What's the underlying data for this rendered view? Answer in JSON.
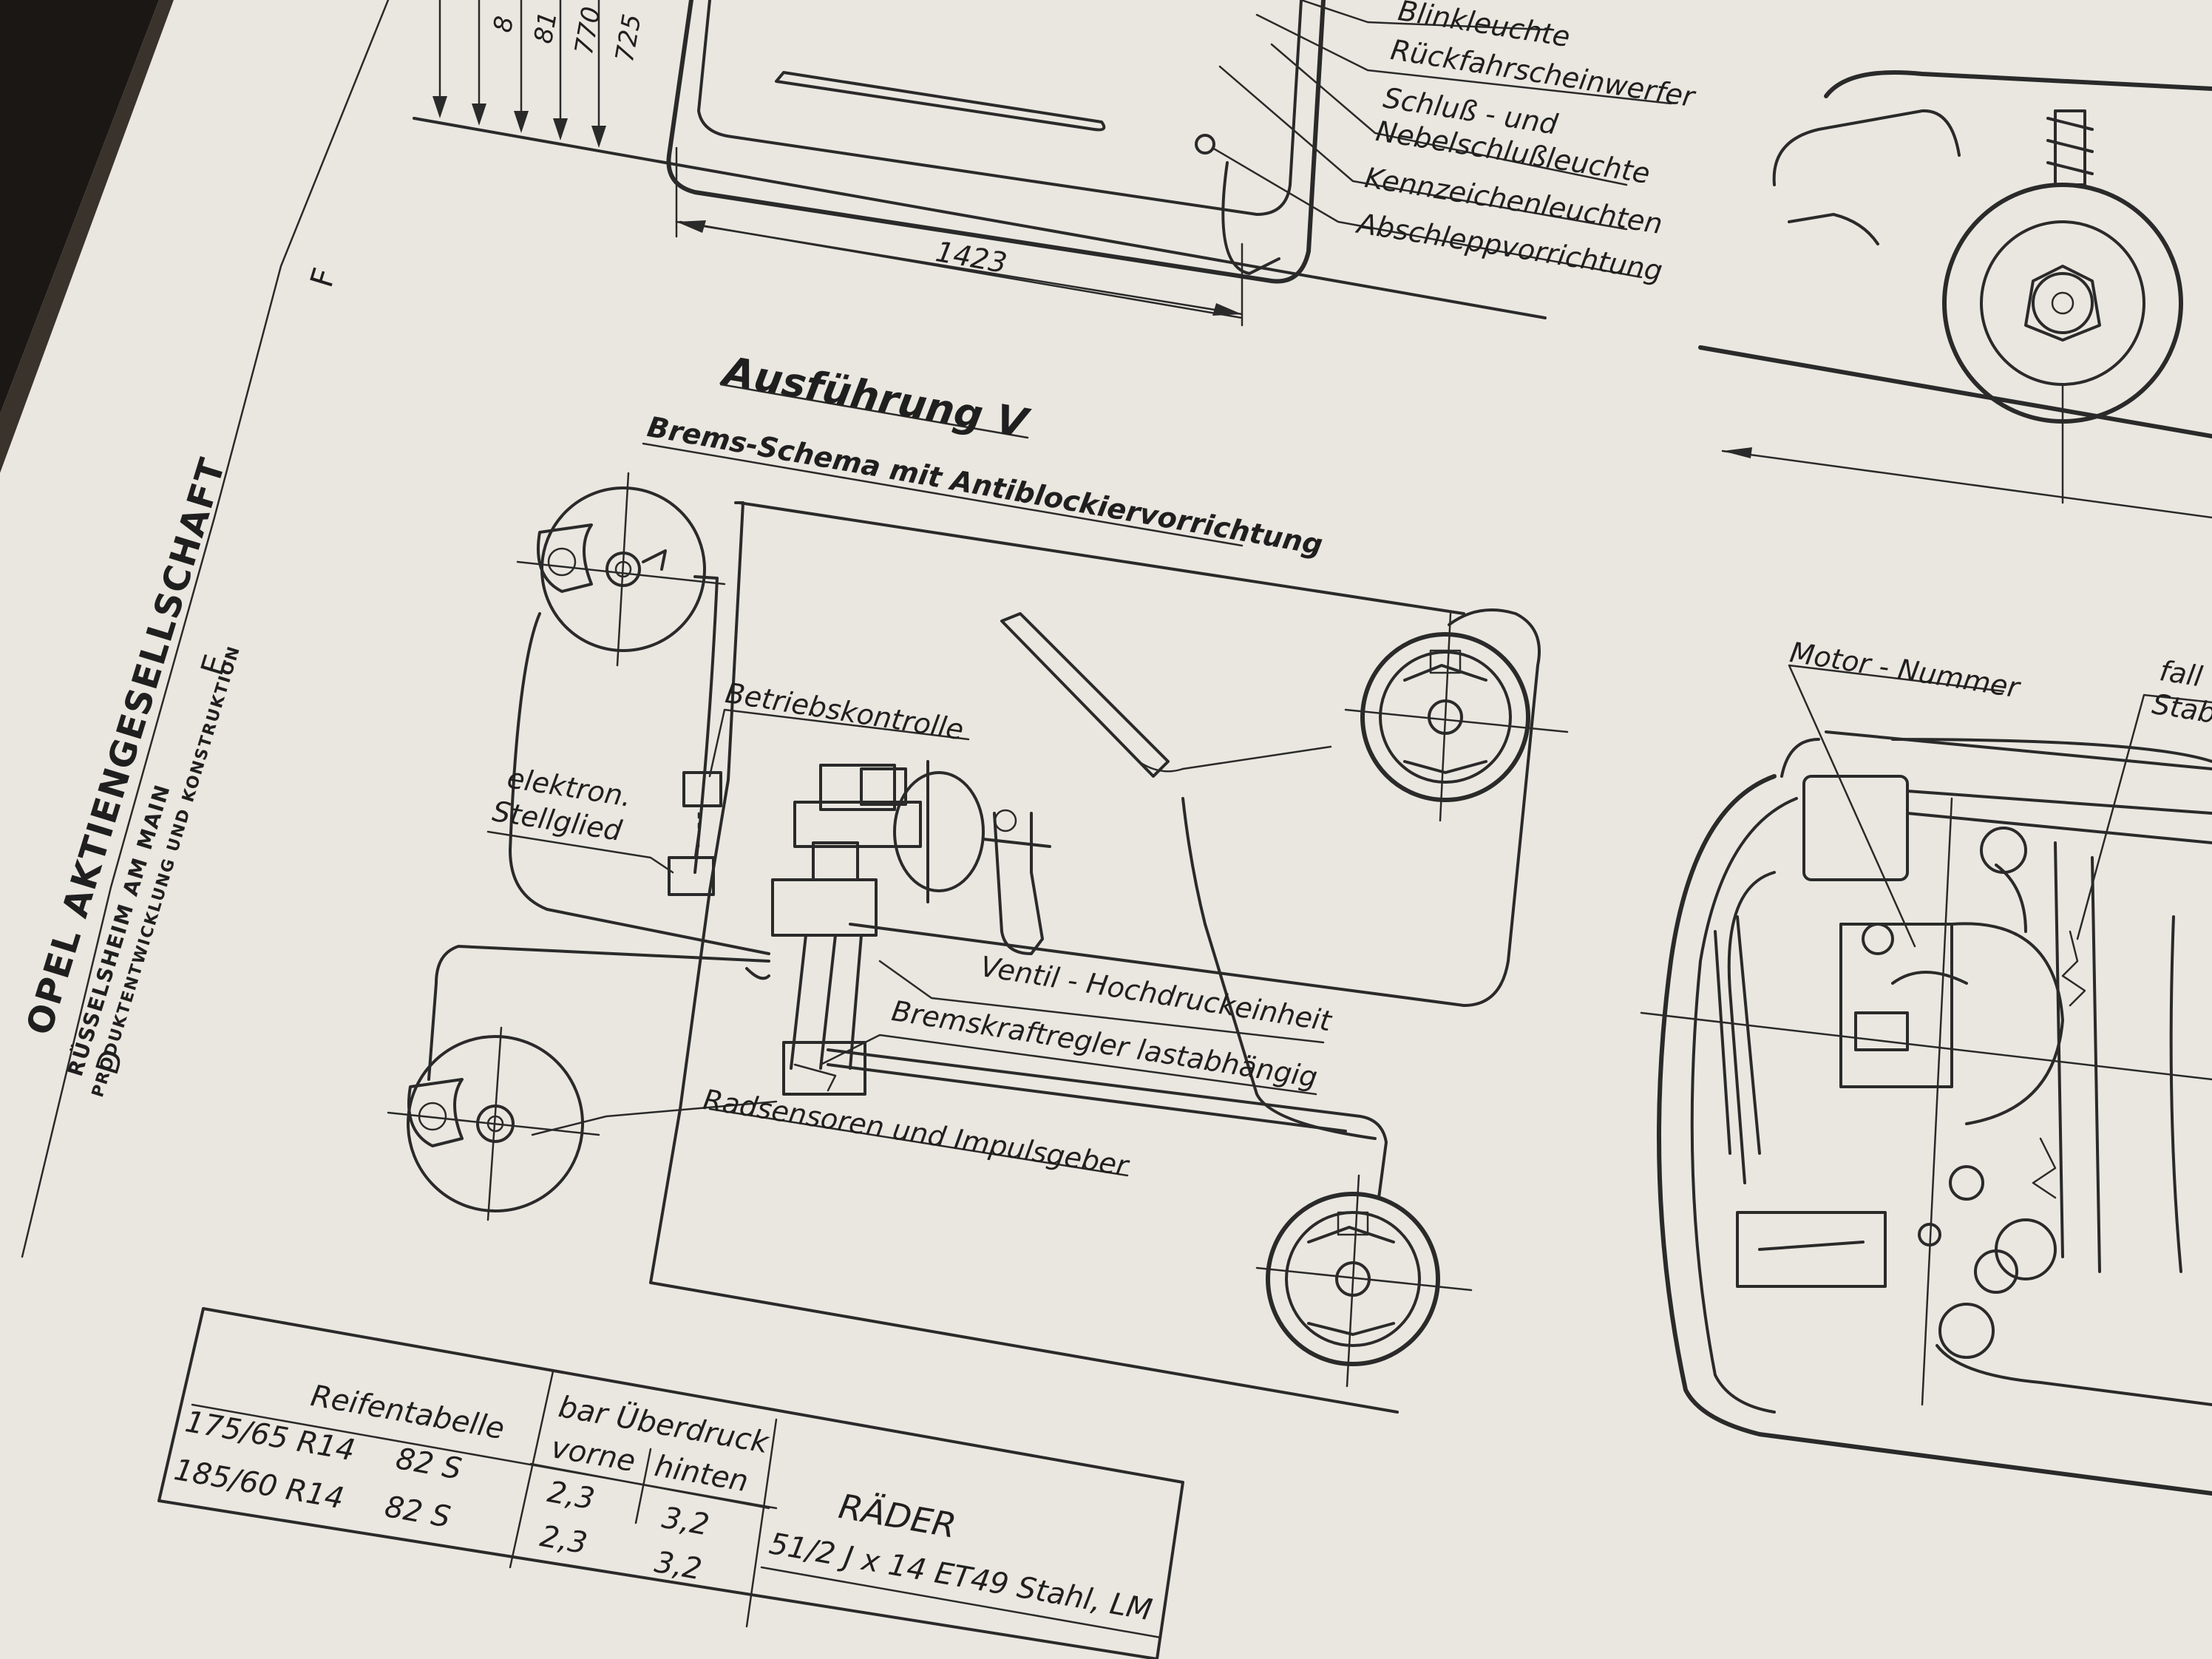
{
  "company": {
    "name": "OPEL AKTIENGESELLSCHAFT",
    "city": "RÜSSELSHEIM AM MAIN",
    "dept": "PRODUKTENTWICKLUNG UND KONSTRUKTION"
  },
  "margin_marks": [
    "D",
    "E",
    "F"
  ],
  "top_dims": [
    "8",
    "81",
    "770",
    "725"
  ],
  "dim_1423": "1423",
  "rear_labels": [
    "Blinkleuchte",
    "Rückfahrscheinwerfer",
    "Schluß - und",
    "Nebelschlußleuchte",
    "Kennzeichenleuchten",
    "Abschleppvorrichtung"
  ],
  "section": {
    "title": "Ausführung V",
    "subtitle": "Brems-Schema mit Antiblockiervorrichtung"
  },
  "brake_labels": {
    "betriebskontrolle": "Betriebskontrolle",
    "elektron_1": "elektron.",
    "elektron_2": "Stellglied",
    "ventil": "Ventil - Hochdruckeinheit",
    "bremskraft": "Bremskraftregler lastabhängig",
    "radsensoren": "Radsensoren und Impulsgeber"
  },
  "engine_labels": {
    "motor": "Motor - Nummer",
    "fall_1": "fall",
    "fall_2": "Stab"
  },
  "tire_table": {
    "header_1": "Reifentabelle",
    "header_2": "bar Überdruck",
    "col_front": "vorne",
    "col_rear": "hinten",
    "rows": [
      {
        "size": "175/65 R14",
        "index": "82 S",
        "front": "2,3",
        "rear": "3,2"
      },
      {
        "size": "185/60 R14",
        "index": "82 S",
        "front": "2,3",
        "rear": "3,2"
      }
    ],
    "wheels_title": "RÄDER",
    "wheels_spec": "51/2 J x 14 ET49 Stahl, LM"
  }
}
